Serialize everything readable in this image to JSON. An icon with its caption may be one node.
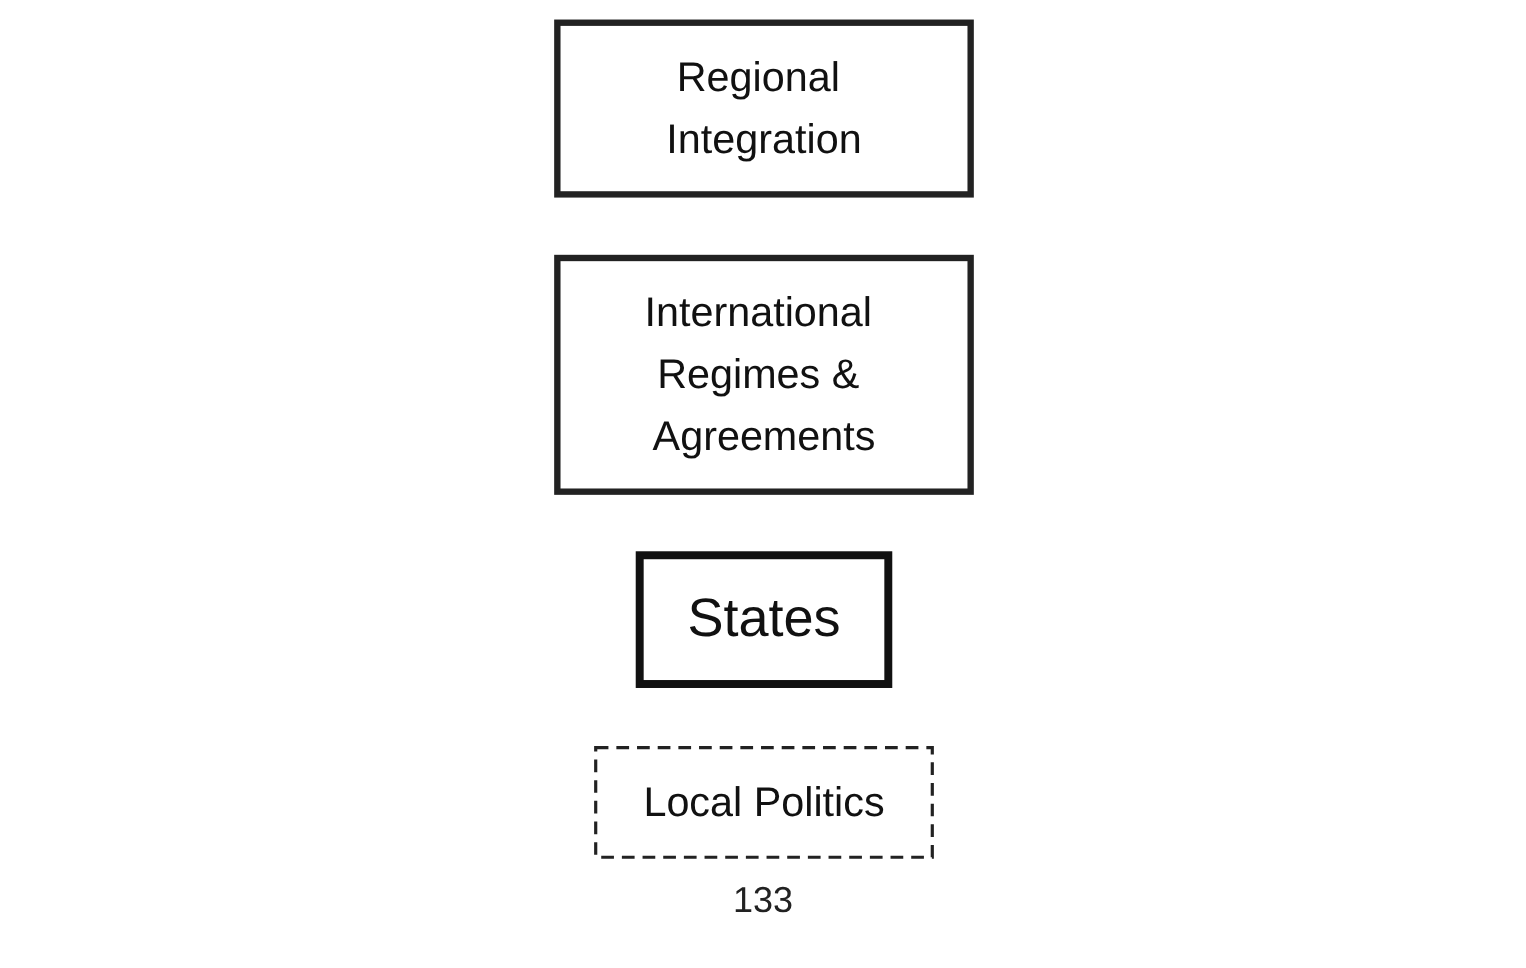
{
  "diagram": {
    "nodes": [
      {
        "text": [
          "Regional Integration"
        ]
      },
      {
        "text": [
          "International Regimes & Agreements"
        ]
      },
      {
        "text": [
          "States"
        ]
      },
      {
        "text": [
          "Local Politics"
        ]
      }
    ],
    "labels": [
      "133"
    ]
  }
}
